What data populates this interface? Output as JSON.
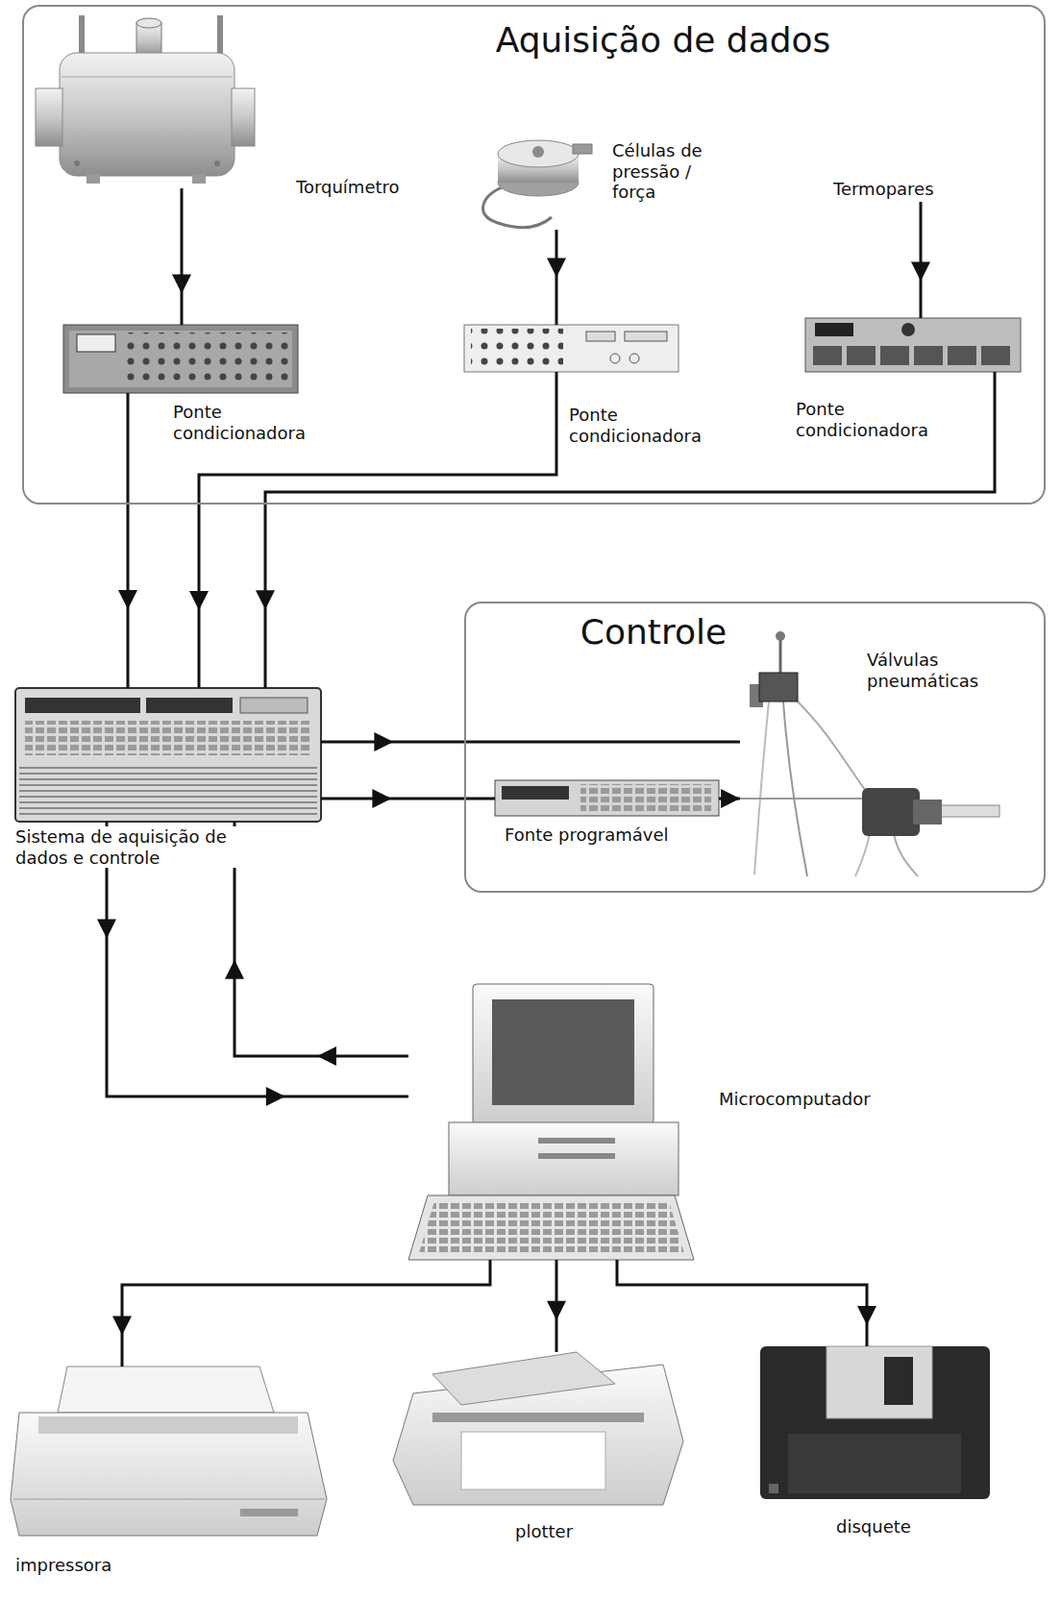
{
  "diagram": {
    "nodes": [
      {
        "text": [
          "Aquisição de dados"
        ]
      },
      {
        "text": [
          "Torquímetro"
        ],
        "in": 0
      },
      {
        "text": [
          "Células de pressão / força"
        ],
        "in": 0
      },
      {
        "text": [
          "Termopares"
        ],
        "in": 0
      },
      {
        "text": [
          "Ponte condicionadora"
        ],
        "in": 0
      },
      {
        "text": [
          "Ponte condicionadora"
        ],
        "in": 0
      },
      {
        "text": [
          "Ponte condicionadora"
        ],
        "in": 0
      },
      {
        "text": [
          "Controle"
        ]
      },
      {
        "text": [
          "Válvulas pneumáticas"
        ],
        "in": 7
      },
      {
        "text": [
          "Fonte programável"
        ],
        "in": 7
      },
      {
        "text": [
          "Sistema de aquisição de dados e controle"
        ]
      },
      {
        "text": [
          "Microcomputador"
        ]
      },
      {
        "text": [
          "impressora"
        ]
      },
      {
        "text": [
          "plotter"
        ]
      },
      {
        "text": [
          "disquete"
        ]
      }
    ],
    "edges": [
      {
        "from": 1,
        "to": 4,
        "arrow": "to"
      },
      {
        "from": 2,
        "to": 5,
        "arrow": "to"
      },
      {
        "from": 3,
        "to": 6,
        "arrow": "to"
      },
      {
        "from": 4,
        "to": 10,
        "arrow": "to"
      },
      {
        "from": 5,
        "to": 10,
        "arrow": "to"
      },
      {
        "from": 6,
        "to": 10,
        "arrow": "to"
      },
      {
        "from": 10,
        "to": 8,
        "arrow": "to"
      },
      {
        "from": 10,
        "to": 9,
        "arrow": "to"
      },
      {
        "from": 9,
        "to": 8,
        "arrow": "to"
      },
      {
        "from": 10,
        "to": 11,
        "arrow": "to"
      },
      {
        "from": 11,
        "to": 10,
        "arrow": "to"
      },
      {
        "from": 11,
        "to": 12,
        "arrow": "to"
      },
      {
        "from": 11,
        "to": 13,
        "arrow": "to"
      },
      {
        "from": 11,
        "to": 14,
        "arrow": "to"
      }
    ]
  }
}
